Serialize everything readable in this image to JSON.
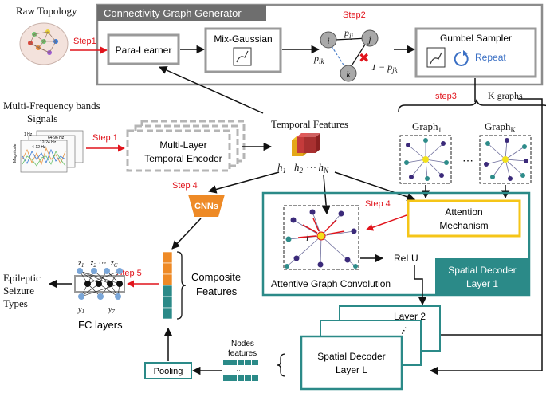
{
  "title": "Connectivity Graph Generator",
  "labels": {
    "raw_topology": "Raw Topology",
    "step1_top": "Step1",
    "para_learner": "Para-Learner",
    "mix_gaussian": "Mix-Gaussian",
    "step2": "Step2",
    "node_i": "i",
    "node_j": "j",
    "node_k": "k",
    "p_ij": "p",
    "p_ij_sub": "ij",
    "p_ik": "p",
    "p_ik_sub": "ik",
    "one_minus": "1 − p",
    "one_minus_sub": "jk",
    "gumbel_sampler": "Gumbel Sampler",
    "repeat": "Repeat",
    "step3": "step3",
    "k_graphs": "K graphs",
    "multi_freq_line1": "Multi-Frequency bands",
    "multi_freq_line2": "Signals",
    "step1_mid": "Step 1",
    "encoder_line1": "Multi-Layer",
    "encoder_line2": "Temporal Encoder",
    "temporal_features": "Temporal Features",
    "h_terms": "h",
    "h1_sub": "1",
    "h2_text": "h",
    "h2_sub": "2",
    "dots_h": " ⋯ h",
    "hN_sub": "N",
    "graph1": "Graph",
    "graph1_sub": "1",
    "graphk": "Graph",
    "graphk_sub": "K",
    "ellipsis": "⋯",
    "step4_left": "Step 4",
    "step4_mid": "Step 4",
    "cnns": "CNNs",
    "attention_line1": "Attention",
    "attention_line2": "Mechanism",
    "relu": "ReLU",
    "attentive_graph_conv": "Attentive Graph Convolution",
    "spatial_decoder_line1": "Spatial Decoder",
    "spatial_decoder_line2": "Layer 1",
    "layer2": "Layer 2",
    "spatial_decoder_L_line1": "Spatial Decoder",
    "spatial_decoder_L_line2": "Layer L",
    "composite_line1": "Composite",
    "composite_line2": "Features",
    "step5": "Step 5",
    "fc_layers": "FC layers",
    "z1": "z",
    "z1_sub": "1",
    "z2": "z",
    "z2_sub": "2",
    "zdots": "⋯",
    "zc": "z",
    "zc_sub": "C",
    "y1": "y",
    "y1_sub": "1",
    "y7": "y",
    "y7_sub": "7",
    "epileptic_line1": "Epileptic",
    "epileptic_line2": "Seizure",
    "epileptic_line3": "Types",
    "nodes_features_line1": "Nodes",
    "nodes_features_line2": "features",
    "pooling": "Pooling",
    "signal_bands": [
      "64-96 Hz",
      "12-24 Hz",
      "4-12 Hz"
    ],
    "freq_axis": "1 Hz",
    "magnitude": "Magnitude"
  },
  "colors": {
    "teal": "#2b8a88",
    "teal_dark": "#1f6f6e",
    "gray_frame": "#8c8c8c",
    "gray_header": "#6e6e6e",
    "orange": "#ee8a26",
    "yellow": "#f5c518",
    "red": "#e1141c",
    "node_purple": "#3b2a7a",
    "node_teal": "#2e8c8a"
  }
}
